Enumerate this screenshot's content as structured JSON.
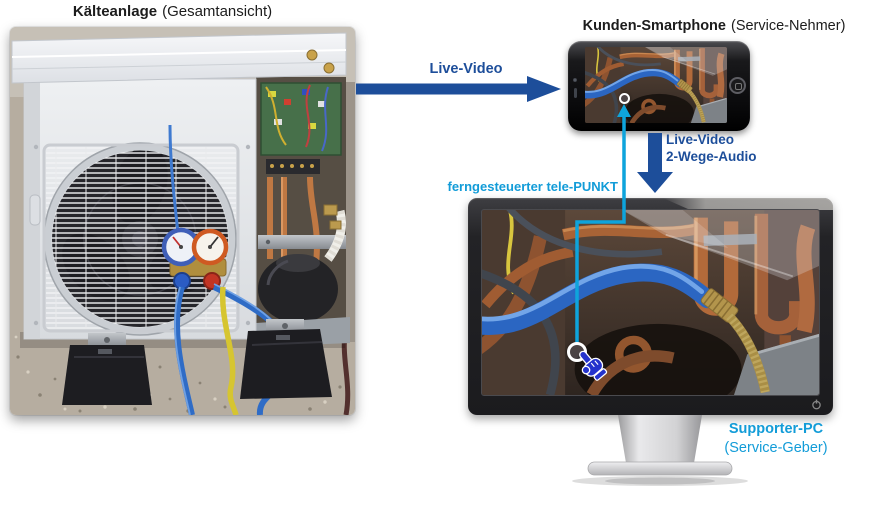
{
  "colors": {
    "navy": "#1d4e9a",
    "cyan": "#129cd8"
  },
  "header": {
    "machine_title": {
      "bold": "Kälteanlage",
      "regular": "(Gesamtansicht)"
    },
    "phone_title": {
      "bold": "Kunden-Smartphone",
      "regular": "(Service-Nehmer)"
    }
  },
  "annotations": {
    "live_video_arrow_label": "Live-Video",
    "phone_to_pc_arrow_label": {
      "line1": "Live-Video",
      "line2": "2-Wege-Audio"
    },
    "telepoint_label": "ferngesteuerter tele-PUNKT",
    "supporter_label": {
      "bold": "Supporter-PC",
      "regular": "(Service-Geber)"
    }
  },
  "icons": {
    "power": "power-icon",
    "home_button": "home-button-icon",
    "camera": "camera-dot-icon",
    "speaker": "speaker-slot-icon",
    "pointer_hand": "pointer-hand-icon",
    "telepoint_marker": "telepoint-marker"
  }
}
